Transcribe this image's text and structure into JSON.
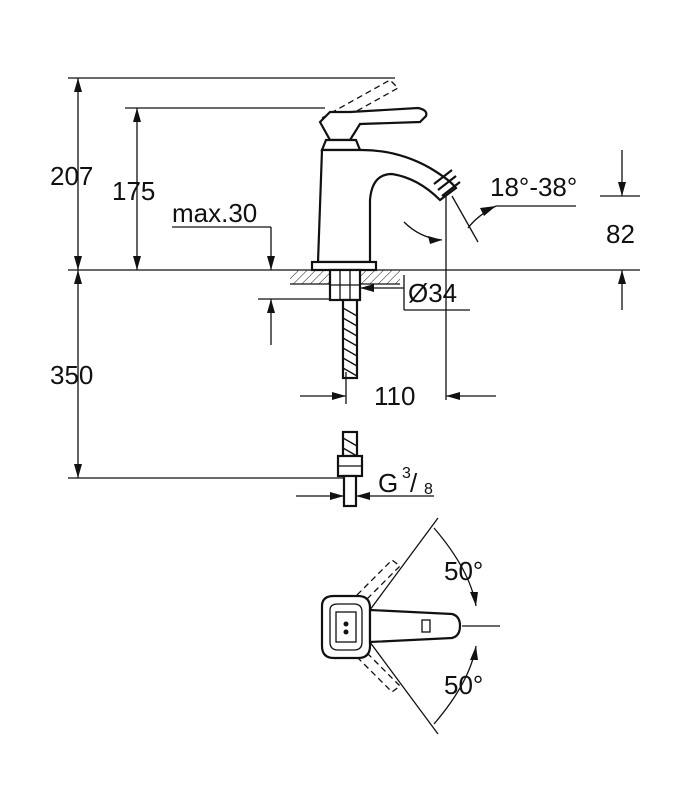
{
  "dimensions": {
    "total_height": "207",
    "spout_height": "175",
    "max_thickness": "max.30",
    "jet_angle": "18°-38°",
    "outlet_height": "82",
    "hole_diameter": "Ø34",
    "below_counter": "350",
    "projection": "110",
    "thread_main": "G",
    "thread_num": "3",
    "thread_den": "8",
    "lever_angle_upper": "50°",
    "lever_angle_lower": "50°"
  }
}
